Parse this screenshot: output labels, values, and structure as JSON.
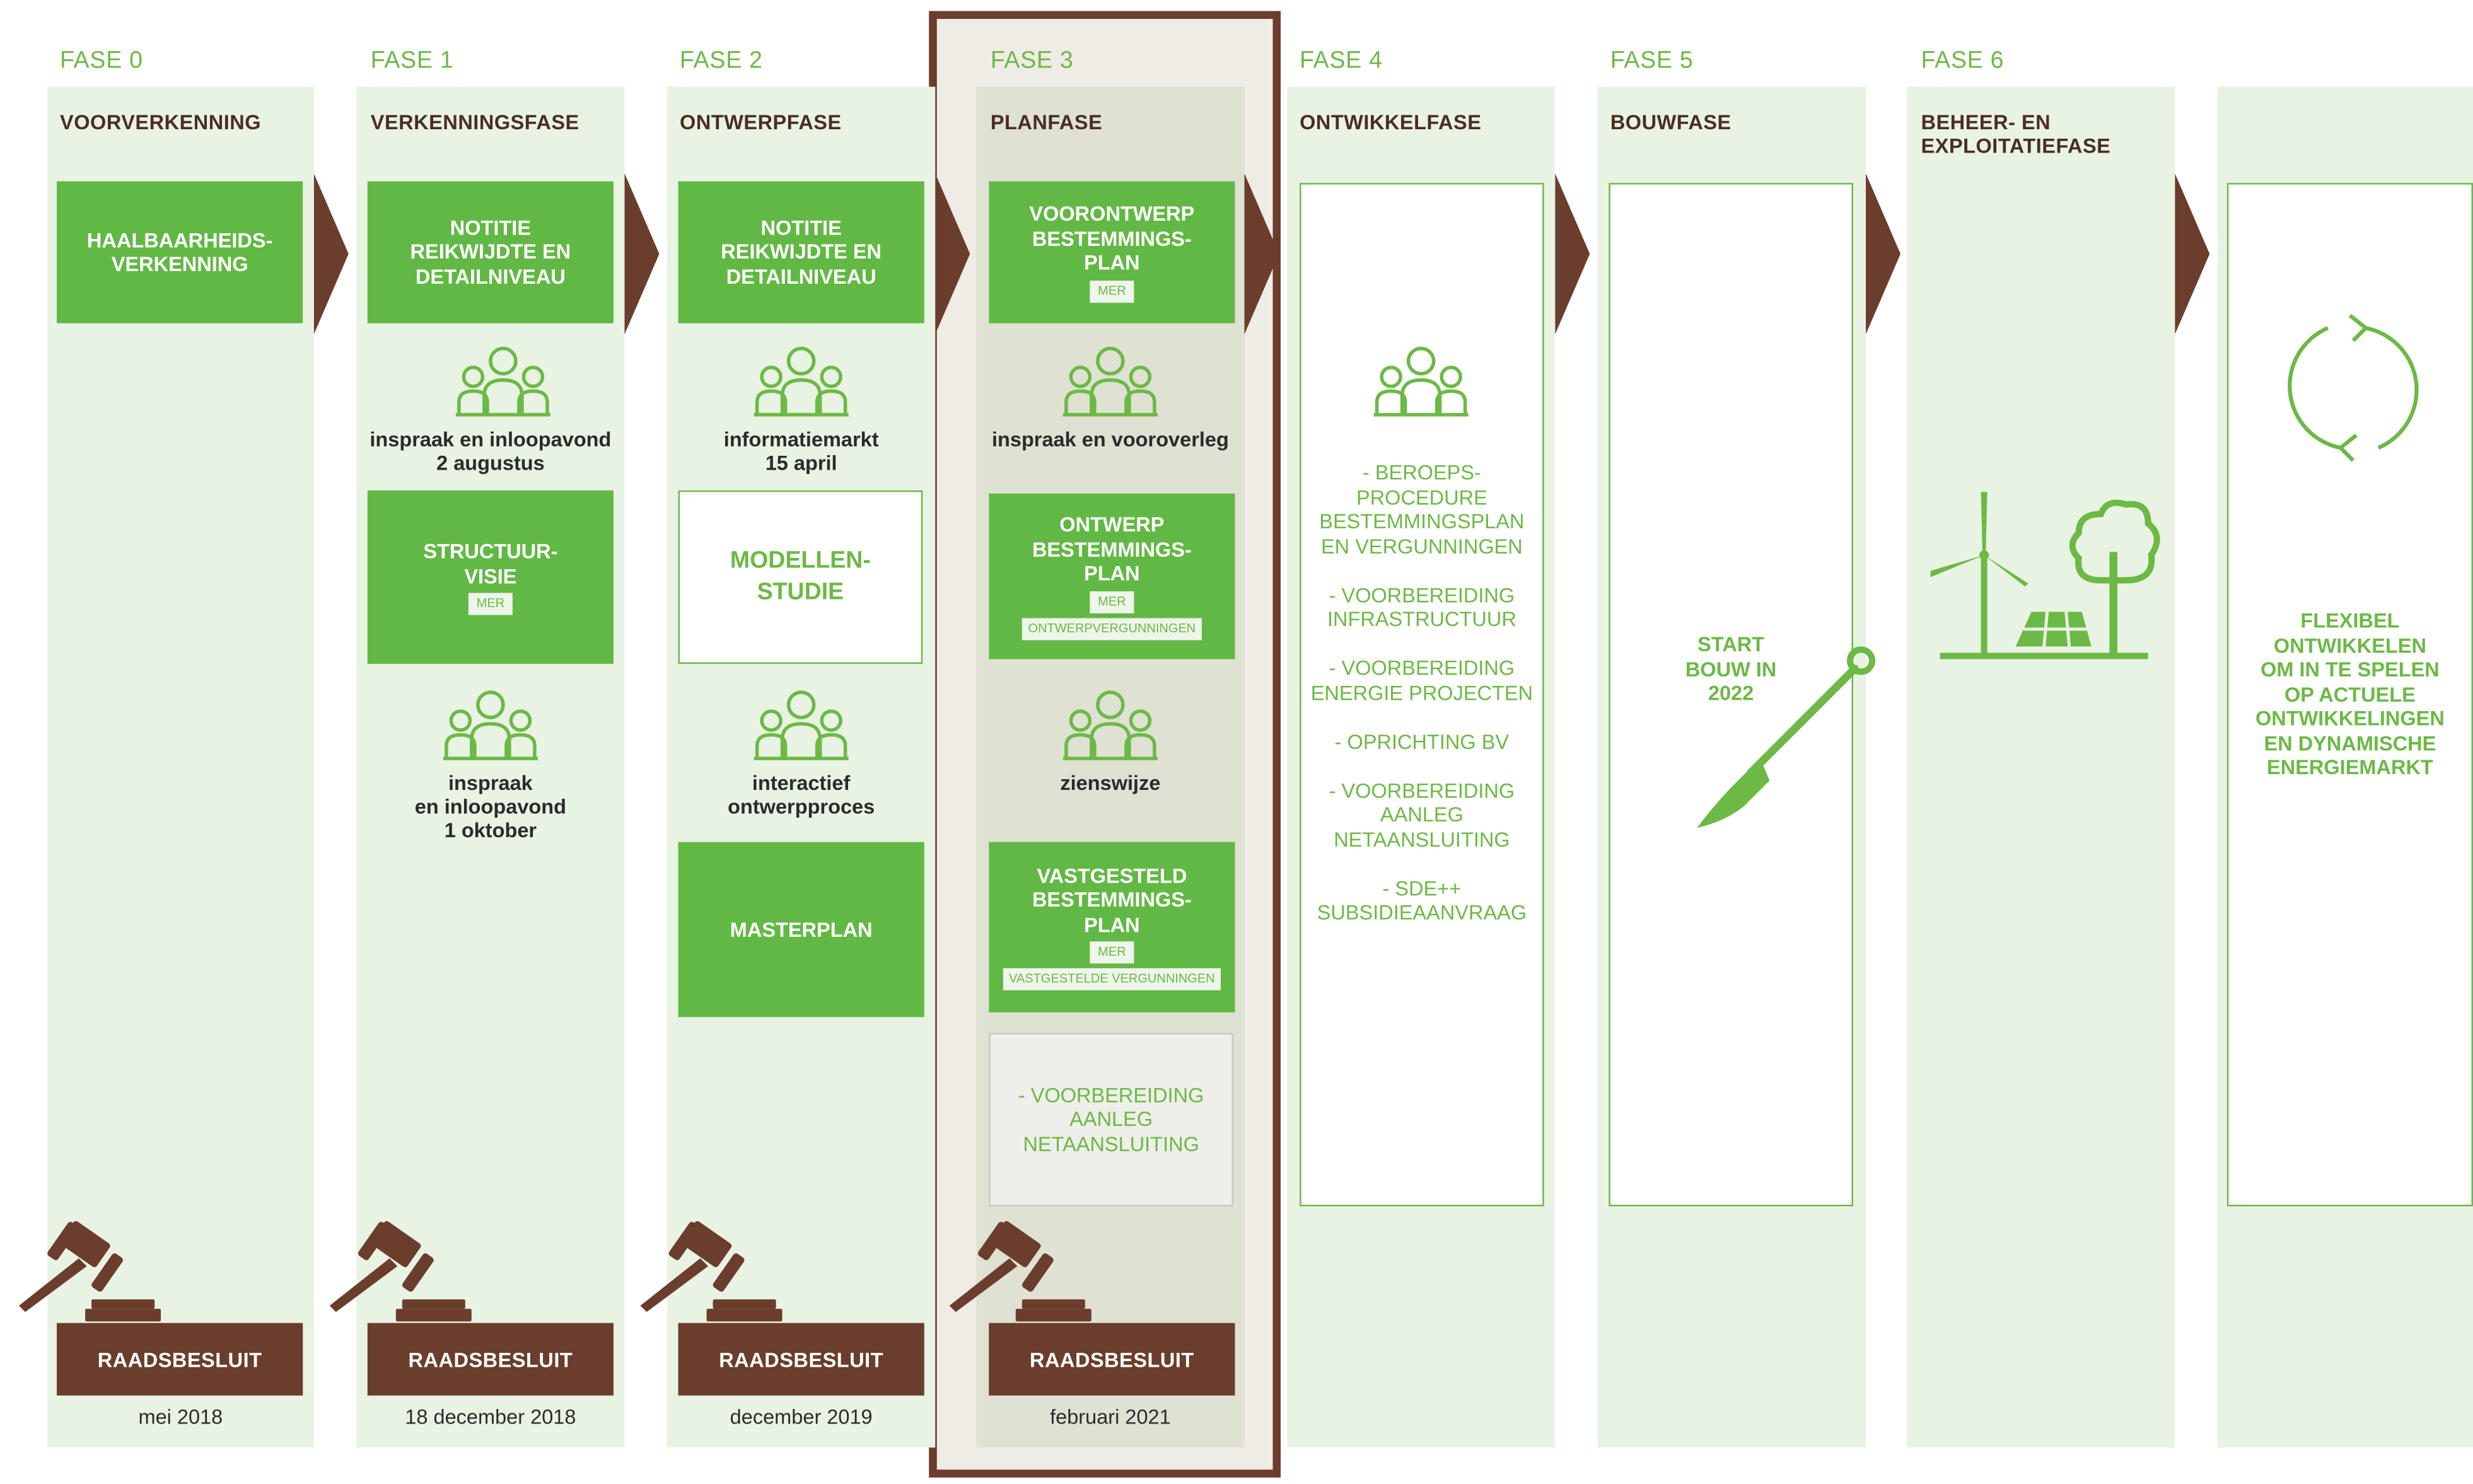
{
  "phases": [
    {
      "fase": "FASE 0",
      "title": "VOORVERKENNING",
      "boxes": [
        {
          "text": "HAALBAARHEIDS-\nVERKENNING"
        }
      ],
      "raadsbesluit": "RAADSBESLUIT",
      "date": "mei 2018"
    },
    {
      "fase": "FASE 1",
      "title": "VERKENNINGSFASE",
      "boxes": [
        {
          "text": "NOTITIE\nREIKWIJDTE EN\nDETAILNIVEAU"
        },
        {
          "text": "STRUCTUUR-\nVISIE",
          "badge": "MER"
        }
      ],
      "captions": [
        "inspraak en inloopavond\n2 augustus",
        "inspraak\nen inloopavond\n1 oktober"
      ],
      "raadsbesluit": "RAADSBESLUIT",
      "date": "18 december 2018"
    },
    {
      "fase": "FASE 2",
      "title": "ONTWERPFASE",
      "boxes": [
        {
          "text": "NOTITIE\nREIKWIJDTE EN\nDETAILNIVEAU"
        },
        {
          "text": "MODELLEN-\nSTUDIE"
        },
        {
          "text": "MASTERPLAN"
        }
      ],
      "captions": [
        "informatiemarkt\n15 april",
        "interactief\nontwerpproces"
      ],
      "raadsbesluit": "RAADSBESLUIT",
      "date": "december 2019"
    },
    {
      "fase": "FASE 3",
      "title": "PLANFASE",
      "boxes": [
        {
          "text": "VOORONTWERP\nBESTEMMINGS-\nPLAN",
          "badge": "MER"
        },
        {
          "text": "ONTWERP\nBESTEMMINGS-\nPLAN",
          "badge": "MER",
          "sub": "ONTWERPVERGUNNINGEN"
        },
        {
          "text": "VASTGESTELD\nBESTEMMINGS-\nPLAN",
          "badge": "MER",
          "sub": "VASTGESTELDE VERGUNNINGEN"
        },
        {
          "text": "- VOORBEREIDING\nAANLEG\nNETAANSLUITING"
        }
      ],
      "captions": [
        "inspraak en vooroverleg",
        "zienswijze"
      ],
      "raadsbesluit": "RAADSBESLUIT",
      "date": "februari 2021"
    },
    {
      "fase": "FASE 4",
      "title": "ONTWIKKELFASE",
      "items": [
        "- BEROEPS-\nPROCEDURE\nBESTEMMINGSPLAN\nEN VERGUNNINGEN",
        "- VOORBEREIDING\nINFRASTRUCTUUR",
        "- VOORBEREIDING\nENERGIE PROJECTEN",
        "- OPRICHTING BV",
        "- VOORBEREIDING\nAANLEG\nNETAANSLUITING",
        "- SDE++\nSUBSIDIEAANVRAAG"
      ]
    },
    {
      "fase": "FASE 5",
      "title": "BOUWFASE",
      "text": "START\nBOUW IN\n2022"
    },
    {
      "fase": "FASE 6",
      "title": "BEHEER- EN\nEXPLOITATIEFASE"
    },
    {
      "text": "FLEXIBEL\nONTWIKKELEN\nOM IN TE SPELEN\nOP ACTUELE\nONTWIKKELINGEN\nEN DYNAMISCHE\nENERGIEMARKT"
    }
  ],
  "colors": {
    "green": "#62b844",
    "light_green": "#e8f3e3",
    "brown": "#6b3d2c",
    "dark_text": "#4a2d23"
  },
  "icons": [
    "people-group-icon",
    "gavel-icon",
    "shovel-icon",
    "wind-turbine-icon",
    "solar-panel-icon",
    "tree-icon",
    "cycle-arrows-icon",
    "chevron-arrow-icon"
  ]
}
